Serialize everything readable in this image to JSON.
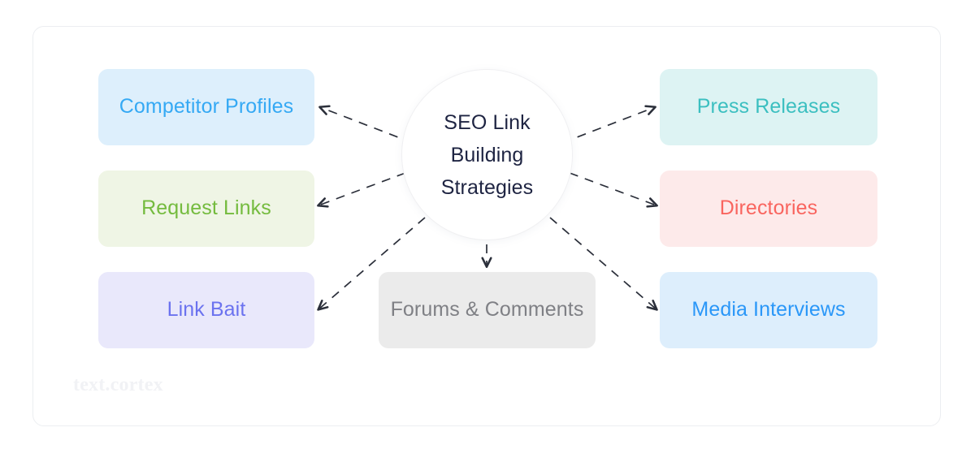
{
  "diagram": {
    "center": {
      "label": "SEO Link Building Strategies",
      "text_color": "#1e2442",
      "background": "#ffffff"
    },
    "nodes": [
      {
        "id": "competitor-profiles",
        "label": "Competitor Profiles",
        "text_color": "#35a9f4",
        "background": "#ddeffc",
        "column": "left",
        "row": 1
      },
      {
        "id": "request-links",
        "label": "Request Links",
        "text_color": "#74bb3e",
        "background": "#eff5e5",
        "column": "left",
        "row": 2
      },
      {
        "id": "link-bait",
        "label": "Link Bait",
        "text_color": "#6b72ef",
        "background": "#e9e8fb",
        "column": "left",
        "row": 3
      },
      {
        "id": "press-releases",
        "label": "Press Releases",
        "text_color": "#3bbfc0",
        "background": "#ddf3f3",
        "column": "right",
        "row": 1
      },
      {
        "id": "directories",
        "label": "Directories",
        "text_color": "#f9655f",
        "background": "#fdeaea",
        "column": "right",
        "row": 2
      },
      {
        "id": "media-interviews",
        "label": "Media Interviews",
        "text_color": "#2a97f8",
        "background": "#ddeefc",
        "column": "right",
        "row": 3
      },
      {
        "id": "forums-comments",
        "label": "Forums & Comments",
        "text_color": "#7f8085",
        "background": "#ebebeb",
        "column": "center",
        "row": 3
      }
    ],
    "connectors": {
      "style": "dashed",
      "color": "#2b2f3a",
      "arrowhead": "open-v",
      "direction": "center-to-node",
      "count": 7
    },
    "card": {
      "border_color": "#eceef1",
      "background": "#ffffff"
    }
  },
  "watermark": {
    "text": "text.cortex",
    "color": "#f1f2f5"
  }
}
